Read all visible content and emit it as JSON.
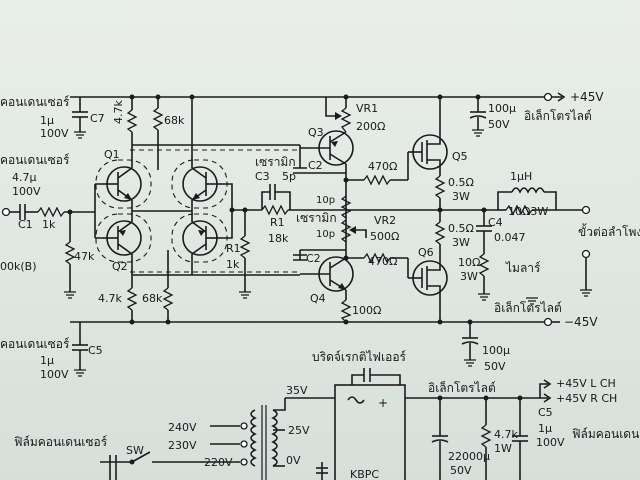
{
  "labels": {
    "c7_type": "คอนเดนเซอร์",
    "c7_value": "1μ",
    "c7_voltage": "100V",
    "c7": "C7",
    "c1_type": "คอนเดนเซอร์",
    "c1_value": "4.7μ",
    "c1_voltage": "100V",
    "c1": "C1",
    "r_input": "1k",
    "input_pot": "00k(B)",
    "r_47k": "47k",
    "r_4k7_top": "4.7k",
    "r_68k_top": "68k",
    "q1": "Q1",
    "q2": "Q2",
    "r_4k7_bottom": "4.7k",
    "r_68k_bottom": "68k",
    "r1": "R1",
    "r1_value": "1k",
    "ceramic_c3": "เซรามิก",
    "c3": "C3",
    "c3_value": "5p",
    "rf": "R1",
    "rf_value": "18k",
    "c_10p_top": "10p",
    "ceramic_c2": "เซรามิก",
    "c_10p_bottom": "10p",
    "q3": "Q3",
    "vr1": "VR1",
    "vr1_value": "200Ω",
    "c2_top": "C2",
    "r_470_top": "470Ω",
    "vr2": "VR2",
    "vr2_value": "500Ω",
    "c2_bottom": "C2",
    "r_470_bottom": "470Ω",
    "q4": "Q4",
    "r_100": "100Ω",
    "q5": "Q5",
    "q6": "Q6",
    "re_top": "0.5Ω",
    "re_top_watt": "3W",
    "re_bottom": "0.5Ω",
    "re_bottom_watt": "3W",
    "cap_100u_top": "100μ",
    "cap_50v_top": "50V",
    "electrolytic_top": "อิเล็กโตรไลต์",
    "pos45": "+45V",
    "inductor": "1μH",
    "r_series": "10Ω3W",
    "c4": "C4",
    "c4_value": "0.047",
    "r_zobel": "10Ω",
    "r_zobel_watt": "3W",
    "mylar": "ไมลาร์",
    "speaker_terminal": "ขั้วต่อลำโพง",
    "electrolytic_mid": "อิเล็กโตรไลต์",
    "neg45": "−45V",
    "c5_type": "คอนเดนเซอร์",
    "c5_value": "1μ",
    "c5_voltage": "100V",
    "c5": "C5",
    "cap_100u_bottom": "100μ",
    "cap_50v_bottom": "50V",
    "bridge_rectifier": "บริดจ์เรกติไฟเออร์",
    "v35": "35V",
    "plus": "+",
    "kbpc": "KBPC",
    "electrolytic_psu": "อิเล็กโตรไลต์",
    "pos45_lch": "+45V L CH",
    "pos45_rch": "+45V R CH",
    "c5_psu": "C5",
    "c5_psu_value": "1μ",
    "c5_psu_voltage": "100V",
    "film_cap_right": "ฟิล์มคอนเดนเ",
    "r_4k7_psu": "4.7k",
    "r_4k7_psu_watt": "1W",
    "cap_22000u": "22000μ",
    "cap_22000u_voltage": "50V",
    "tap_240v": "240V",
    "tap_230v": "230V",
    "tap_220v": "220V",
    "tap_25v": "25V",
    "tap_0v": "0V",
    "sw": "SW",
    "film_cap_left": "ฟิล์มคอนเดนเซอร์"
  }
}
